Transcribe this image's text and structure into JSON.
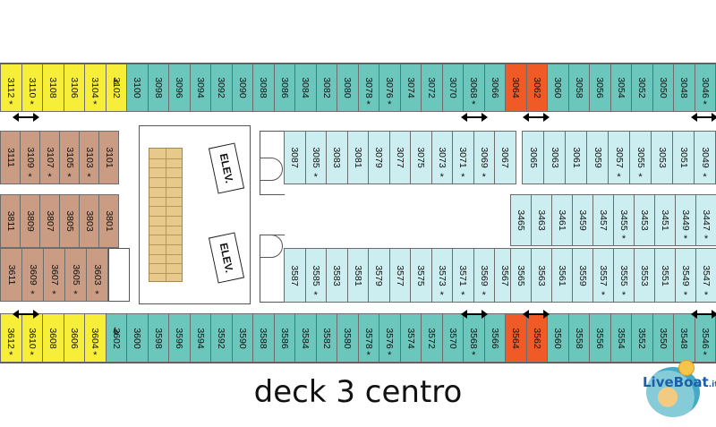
{
  "title": "deck 3 centro",
  "logo": {
    "text": "LiveBoat",
    "domain": ".it"
  },
  "colors": {
    "yellow": "#f7ee3a",
    "teal": "#6bc7bc",
    "orange": "#f05a26",
    "lightblue": "#cdeef0",
    "brown": "#c99c83",
    "wood": "#e8c98c",
    "frame": "#555555"
  },
  "elevator_label": "ELEV.",
  "accessible_icon": "wheelchair-icon",
  "top_row": [
    {
      "n": "3112",
      "c": "yellow",
      "s": true
    },
    {
      "n": "3110",
      "c": "yellow",
      "s": true
    },
    {
      "n": "3108",
      "c": "yellow",
      "s": false
    },
    {
      "n": "3106",
      "c": "yellow",
      "s": false
    },
    {
      "n": "3104",
      "c": "yellow",
      "s": true
    },
    {
      "n": "3102",
      "c": "yellow",
      "s": false,
      "wc": true
    },
    {
      "n": "3100",
      "c": "teal",
      "s": false
    },
    {
      "n": "3098",
      "c": "teal",
      "s": false
    },
    {
      "n": "3096",
      "c": "teal",
      "s": false
    },
    {
      "n": "3094",
      "c": "teal",
      "s": false
    },
    {
      "n": "3092",
      "c": "teal",
      "s": false
    },
    {
      "n": "3090",
      "c": "teal",
      "s": false
    },
    {
      "n": "3088",
      "c": "teal",
      "s": false
    },
    {
      "n": "3086",
      "c": "teal",
      "s": false
    },
    {
      "n": "3084",
      "c": "teal",
      "s": false
    },
    {
      "n": "3082",
      "c": "teal",
      "s": false
    },
    {
      "n": "3080",
      "c": "teal",
      "s": false
    },
    {
      "n": "3078",
      "c": "teal",
      "s": true
    },
    {
      "n": "3076",
      "c": "teal",
      "s": true
    },
    {
      "n": "3074",
      "c": "teal",
      "s": false
    },
    {
      "n": "3072",
      "c": "teal",
      "s": false
    },
    {
      "n": "3070",
      "c": "teal",
      "s": false
    },
    {
      "n": "3068",
      "c": "teal",
      "s": true
    },
    {
      "n": "3066",
      "c": "teal",
      "s": false
    },
    {
      "n": "3064",
      "c": "orange",
      "s": false
    },
    {
      "n": "3062",
      "c": "orange",
      "s": false
    },
    {
      "n": "3060",
      "c": "teal",
      "s": false
    },
    {
      "n": "3058",
      "c": "teal",
      "s": false
    },
    {
      "n": "3056",
      "c": "teal",
      "s": false
    },
    {
      "n": "3054",
      "c": "teal",
      "s": false
    },
    {
      "n": "3052",
      "c": "teal",
      "s": false
    },
    {
      "n": "3050",
      "c": "teal",
      "s": false
    },
    {
      "n": "3048",
      "c": "teal",
      "s": false
    },
    {
      "n": "3046",
      "c": "teal",
      "s": true
    }
  ],
  "bottom_row": [
    {
      "n": "3612",
      "c": "yellow",
      "s": true
    },
    {
      "n": "3610",
      "c": "yellow",
      "s": true
    },
    {
      "n": "3608",
      "c": "yellow",
      "s": false
    },
    {
      "n": "3606",
      "c": "yellow",
      "s": false
    },
    {
      "n": "3604",
      "c": "yellow",
      "s": true
    },
    {
      "n": "3602",
      "c": "teal",
      "s": false,
      "wc": true
    },
    {
      "n": "3600",
      "c": "teal",
      "s": false
    },
    {
      "n": "3598",
      "c": "teal",
      "s": false
    },
    {
      "n": "3596",
      "c": "teal",
      "s": false
    },
    {
      "n": "3594",
      "c": "teal",
      "s": false
    },
    {
      "n": "3592",
      "c": "teal",
      "s": false
    },
    {
      "n": "3590",
      "c": "teal",
      "s": false
    },
    {
      "n": "3588",
      "c": "teal",
      "s": false
    },
    {
      "n": "3586",
      "c": "teal",
      "s": false
    },
    {
      "n": "3584",
      "c": "teal",
      "s": false
    },
    {
      "n": "3582",
      "c": "teal",
      "s": false
    },
    {
      "n": "3580",
      "c": "teal",
      "s": false
    },
    {
      "n": "3578",
      "c": "teal",
      "s": true
    },
    {
      "n": "3576",
      "c": "teal",
      "s": true
    },
    {
      "n": "3574",
      "c": "teal",
      "s": false
    },
    {
      "n": "3572",
      "c": "teal",
      "s": false
    },
    {
      "n": "3570",
      "c": "teal",
      "s": false
    },
    {
      "n": "3568",
      "c": "teal",
      "s": true
    },
    {
      "n": "3566",
      "c": "teal",
      "s": false
    },
    {
      "n": "3564",
      "c": "orange",
      "s": false
    },
    {
      "n": "3562",
      "c": "orange",
      "s": false
    },
    {
      "n": "3560",
      "c": "teal",
      "s": false
    },
    {
      "n": "3558",
      "c": "teal",
      "s": false
    },
    {
      "n": "3556",
      "c": "teal",
      "s": false
    },
    {
      "n": "3554",
      "c": "teal",
      "s": false
    },
    {
      "n": "3552",
      "c": "teal",
      "s": false
    },
    {
      "n": "3550",
      "c": "teal",
      "s": false
    },
    {
      "n": "3548",
      "c": "teal",
      "s": false
    },
    {
      "n": "3546",
      "c": "teal",
      "s": true
    }
  ],
  "aft_upper": [
    {
      "n": "3111",
      "s": false
    },
    {
      "n": "3109",
      "s": true
    },
    {
      "n": "3107",
      "s": true
    },
    {
      "n": "3105",
      "s": true
    },
    {
      "n": "3103",
      "s": true
    },
    {
      "n": "3101",
      "s": false
    }
  ],
  "aft_lower_a": [
    {
      "n": "3811",
      "s": false
    },
    {
      "n": "3809",
      "s": false
    },
    {
      "n": "3807",
      "s": false
    },
    {
      "n": "3805",
      "s": false
    },
    {
      "n": "3803",
      "s": false
    },
    {
      "n": "3801",
      "s": false
    }
  ],
  "aft_lower_b": [
    {
      "n": "3611",
      "s": false
    },
    {
      "n": "3609",
      "s": true
    },
    {
      "n": "3607",
      "s": true
    },
    {
      "n": "3605",
      "s": true
    },
    {
      "n": "3603",
      "s": true
    }
  ],
  "mid_upper_a": [
    {
      "n": "3087",
      "s": false
    },
    {
      "n": "3085",
      "s": true
    },
    {
      "n": "3083",
      "s": false
    },
    {
      "n": "3081",
      "s": false
    },
    {
      "n": "3079",
      "s": false
    },
    {
      "n": "3077",
      "s": false
    },
    {
      "n": "3075",
      "s": false
    },
    {
      "n": "3073",
      "s": true
    },
    {
      "n": "3071",
      "s": true
    },
    {
      "n": "3069",
      "s": true
    },
    {
      "n": "3067",
      "s": false
    }
  ],
  "mid_upper_b": [
    {
      "n": "3065",
      "s": false
    },
    {
      "n": "3063",
      "s": false
    },
    {
      "n": "3061",
      "s": false
    },
    {
      "n": "3059",
      "s": false
    },
    {
      "n": "3057",
      "s": true
    },
    {
      "n": "3055",
      "s": true
    },
    {
      "n": "3053",
      "s": false
    },
    {
      "n": "3051",
      "s": false
    },
    {
      "n": "3049",
      "s": true
    }
  ],
  "mid_inner_b": [
    {
      "n": "3465",
      "s": false
    },
    {
      "n": "3463",
      "s": false
    },
    {
      "n": "3461",
      "s": false
    },
    {
      "n": "3459",
      "s": false
    },
    {
      "n": "3457",
      "s": false
    },
    {
      "n": "3455",
      "s": true
    },
    {
      "n": "3453",
      "s": false
    },
    {
      "n": "3451",
      "s": false
    },
    {
      "n": "3449",
      "s": true
    },
    {
      "n": "3447",
      "s": true
    }
  ],
  "mid_lower_a": [
    {
      "n": "3587",
      "s": false
    },
    {
      "n": "3585",
      "s": true
    },
    {
      "n": "3583",
      "s": false
    },
    {
      "n": "3581",
      "s": false
    },
    {
      "n": "3579",
      "s": false
    },
    {
      "n": "3577",
      "s": false
    },
    {
      "n": "3575",
      "s": false
    },
    {
      "n": "3573",
      "s": true
    },
    {
      "n": "3571",
      "s": true
    },
    {
      "n": "3569",
      "s": true
    },
    {
      "n": "3567",
      "s": false
    }
  ],
  "mid_lower_b": [
    {
      "n": "3565",
      "s": false
    },
    {
      "n": "3563",
      "s": false
    },
    {
      "n": "3561",
      "s": false
    },
    {
      "n": "3559",
      "s": false
    },
    {
      "n": "3557",
      "s": true
    },
    {
      "n": "3555",
      "s": true
    },
    {
      "n": "3553",
      "s": false
    },
    {
      "n": "3551",
      "s": false
    },
    {
      "n": "3549",
      "s": true
    },
    {
      "n": "3547",
      "s": true
    }
  ]
}
